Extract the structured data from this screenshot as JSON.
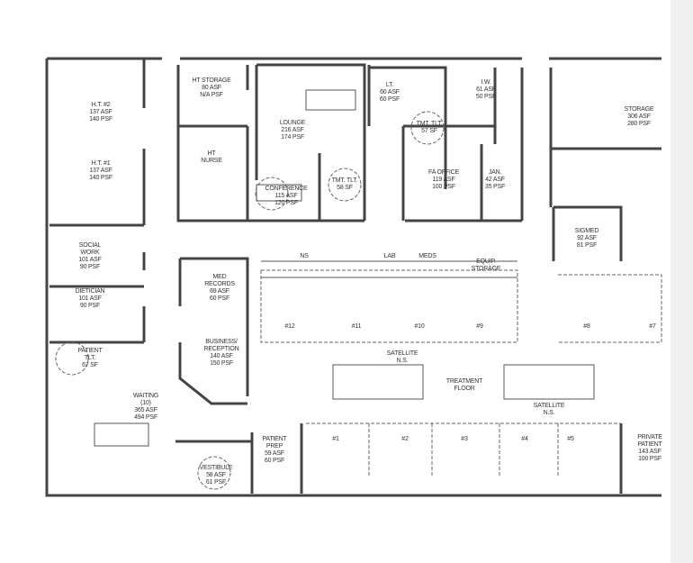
{
  "rooms": {
    "ht2": {
      "name": "H.T. #2",
      "asf": "137 ASF",
      "psf": "140 PSF"
    },
    "ht1": {
      "name": "H.T. #1",
      "asf": "137 ASF",
      "psf": "140 PSF"
    },
    "social": {
      "name": "SOCIAL WORK",
      "asf": "101 ASF",
      "psf": "90 PSF"
    },
    "dietitian": {
      "name": "DIETICIAN",
      "asf": "101 ASF",
      "psf": "90 PSF"
    },
    "patient_tlt": {
      "name": "PATIENT TLT.",
      "asf": "67 SF"
    },
    "ht_storage": {
      "name": "HT STORAGE",
      "asf": "80 ASF",
      "psf": "N/A PSF"
    },
    "ht_nurse": {
      "name": "HT NURSE"
    },
    "lounge": {
      "name": "LOUNGE",
      "asf": "216 ASF",
      "psf": "174 PSF"
    },
    "conference": {
      "name": "CONFERENCE",
      "asf": "115 ASF",
      "psf": "120 PSF"
    },
    "tmt_tlt1": {
      "name": "TMT. TLT.",
      "asf": "58 SF"
    },
    "lt": {
      "name": "LT.",
      "asf": "60 ASF",
      "psf": "60 PSF"
    },
    "tmt_tlt2": {
      "name": "TMT. TLT.",
      "asf": "57 SF"
    },
    "iw": {
      "name": "I.W.",
      "asf": "61 ASF",
      "psf": "50 PSF"
    },
    "fa_office": {
      "name": "FA OFFICE",
      "asf": "119 ASF",
      "psf": "100 PSF"
    },
    "jan": {
      "name": "JAN.",
      "asf": "42 ASF",
      "psf": "35 PSF"
    },
    "storage": {
      "name": "STORAGE",
      "asf": "306 ASF",
      "psf": "280 PSF"
    },
    "sigmed": {
      "name": "SIGMED",
      "asf": "92 ASF",
      "psf": "81 PSF"
    },
    "med_records": {
      "name": "MED RECORDS",
      "asf": "69 ASF",
      "psf": "60 PSF"
    },
    "business": {
      "name": "BUSINESS/ RECEPTION",
      "asf": "140 ASF",
      "psf": "150 PSF"
    },
    "waiting": {
      "name": "WAITING",
      "count": "(10)",
      "asf": "365 ASF",
      "psf": "494 PSF"
    },
    "vestibule": {
      "name": "VESTIBULE",
      "asf": "58 ASF",
      "psf": "61 PSF"
    },
    "patient_prep": {
      "name": "PATIENT PREP",
      "asf": "59 ASF",
      "psf": "60 PSF"
    },
    "private_patient": {
      "name": "PRIVATE PATIENT",
      "asf": "143 ASF",
      "psf": "100 PSF"
    }
  },
  "areas": {
    "ns": "NS",
    "lab": "LAB",
    "meds": "MEDS",
    "equip": "EQUIP. STORAGE",
    "satellite1": "SATELLITE N.S.",
    "satellite2": "SATELLITE N.S.",
    "treatment": "TREATMENT FLOOR"
  },
  "stations": [
    "#12",
    "#11",
    "#10",
    "#9",
    "#8",
    "#7"
  ],
  "chairs": [
    "#1",
    "#2",
    "#3",
    "#4",
    "#5"
  ]
}
